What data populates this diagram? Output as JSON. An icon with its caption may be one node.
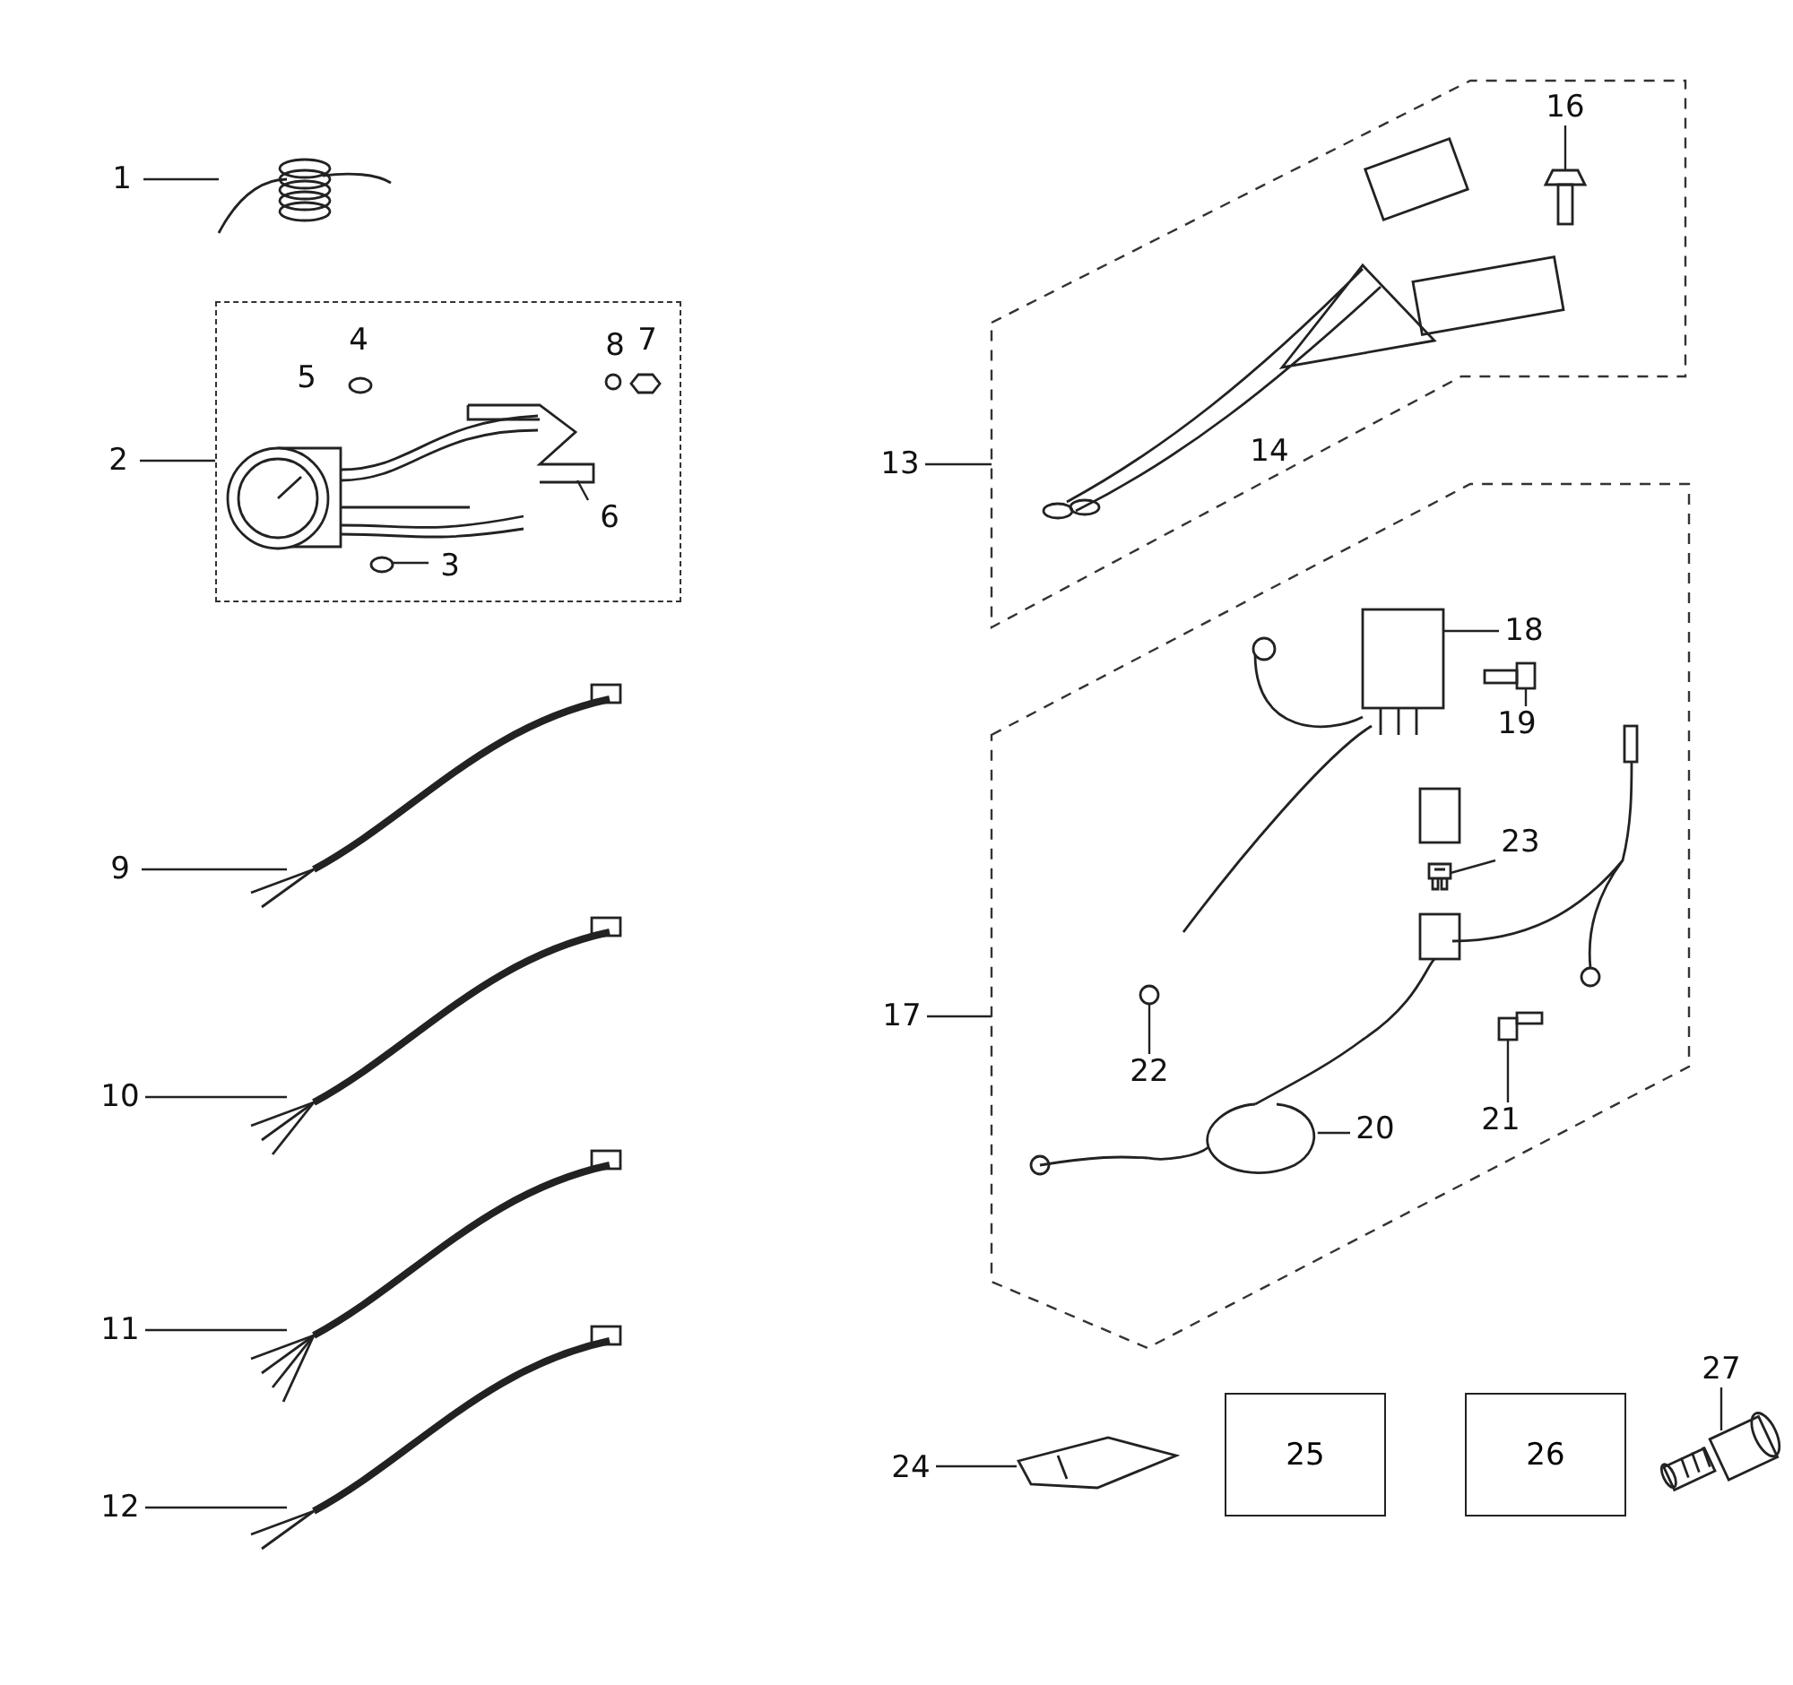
{
  "diagram": {
    "nodes": [
      {
        "text": [
          "1"
        ]
      },
      {
        "text": [],
        "shape": "picture"
      },
      {
        "text": [
          "2"
        ]
      },
      {
        "text": [],
        "shape": "box"
      },
      {
        "text": [
          "3"
        ],
        "in": 3
      },
      {
        "text": [],
        "shape": "picture",
        "in": 3
      },
      {
        "text": [
          "6"
        ],
        "in": 3
      },
      {
        "text": [],
        "shape": "picture",
        "in": 3
      },
      {
        "text": [
          "9"
        ]
      },
      {
        "text": [],
        "shape": "picture"
      },
      {
        "text": [
          "10"
        ]
      },
      {
        "text": [],
        "shape": "picture"
      },
      {
        "text": [
          "11"
        ]
      },
      {
        "text": [],
        "shape": "picture"
      },
      {
        "text": [
          "12"
        ]
      },
      {
        "text": [],
        "shape": "picture"
      },
      {
        "text": [
          "13"
        ]
      },
      {
        "text": [],
        "shape": "box"
      },
      {
        "text": [
          "16"
        ],
        "in": 17
      },
      {
        "text": [],
        "shape": "picture",
        "in": 17
      },
      {
        "text": [],
        "shape": "box"
      },
      {
        "text": [
          "18"
        ],
        "in": 20
      },
      {
        "text": [],
        "shape": "picture",
        "in": 20
      },
      {
        "text": [
          "19"
        ],
        "in": 20
      },
      {
        "text": [],
        "shape": "picture",
        "in": 20
      },
      {
        "text": [
          "23"
        ],
        "in": 20
      },
      {
        "text": [],
        "shape": "picture",
        "in": 20
      },
      {
        "text": [
          "22"
        ],
        "in": 20
      },
      {
        "text": [],
        "shape": "picture",
        "in": 20
      },
      {
        "text": [
          "20"
        ],
        "in": 20
      },
      {
        "text": [],
        "shape": "picture",
        "in": 20
      },
      {
        "text": [
          "21"
        ],
        "in": 20
      },
      {
        "text": [],
        "shape": "picture",
        "in": 20
      },
      {
        "text": [
          "17"
        ]
      },
      {
        "text": [
          "24"
        ]
      },
      {
        "text": [],
        "shape": "picture"
      },
      {
        "text": [
          "25"
        ]
      },
      {
        "text": [
          "26"
        ]
      },
      {
        "text": [
          "27"
        ]
      },
      {
        "text": [],
        "shape": "picture"
      }
    ],
    "edges": [
      {
        "from": 0,
        "to": 1,
        "arrow": "none"
      },
      {
        "from": 2,
        "to": 3,
        "arrow": "none"
      },
      {
        "from": 4,
        "to": 5,
        "arrow": "none"
      },
      {
        "from": 6,
        "to": 7,
        "arrow": "none"
      },
      {
        "from": 8,
        "to": 9,
        "arrow": "none"
      },
      {
        "from": 10,
        "to": 11,
        "arrow": "none"
      },
      {
        "from": 12,
        "to": 13,
        "arrow": "none"
      },
      {
        "from": 14,
        "to": 15,
        "arrow": "none"
      },
      {
        "from": 16,
        "to": 17,
        "arrow": "none"
      },
      {
        "from": 18,
        "to": 19,
        "arrow": "none"
      },
      {
        "from": 21,
        "to": 22,
        "arrow": "none"
      },
      {
        "from": 23,
        "to": 24,
        "arrow": "none"
      },
      {
        "from": 25,
        "to": 26,
        "arrow": "none"
      },
      {
        "from": 27,
        "to": 28,
        "arrow": "none"
      },
      {
        "from": 29,
        "to": 30,
        "arrow": "none"
      },
      {
        "from": 31,
        "to": 32,
        "arrow": "none"
      },
      {
        "from": 33,
        "to": 20,
        "arrow": "none"
      },
      {
        "from": 34,
        "to": 35,
        "arrow": "none"
      },
      {
        "from": 38,
        "to": 39,
        "arrow": "none"
      }
    ],
    "labels": [
      "4",
      "5",
      "8",
      "7",
      "14"
    ]
  }
}
